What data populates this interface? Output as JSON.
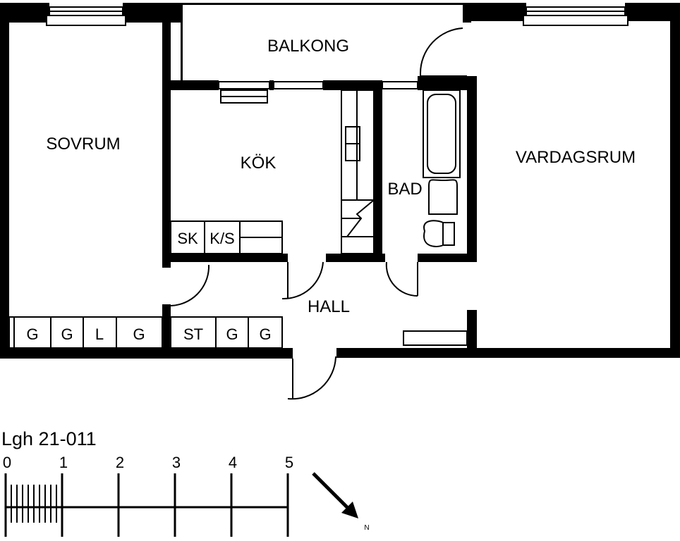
{
  "rooms": {
    "balkong": "BALKONG",
    "sovrum": "SOVRUM",
    "kok": "KÖK",
    "bad": "BAD",
    "vardagsrum": "VARDAGSRUM",
    "hall": "HALL"
  },
  "cabinets": {
    "kitchen": [
      "SK",
      "K/S"
    ],
    "sovrum": [
      "G",
      "G",
      "L",
      "G"
    ],
    "hall": [
      "ST",
      "G",
      "G"
    ]
  },
  "apartment_id": "Lgh 21-011",
  "scale": {
    "ticks": [
      "0",
      "1",
      "2",
      "3",
      "4",
      "5"
    ]
  },
  "compass": {
    "label": "N"
  },
  "colors": {
    "ink": "#000000",
    "paper": "#ffffff"
  }
}
